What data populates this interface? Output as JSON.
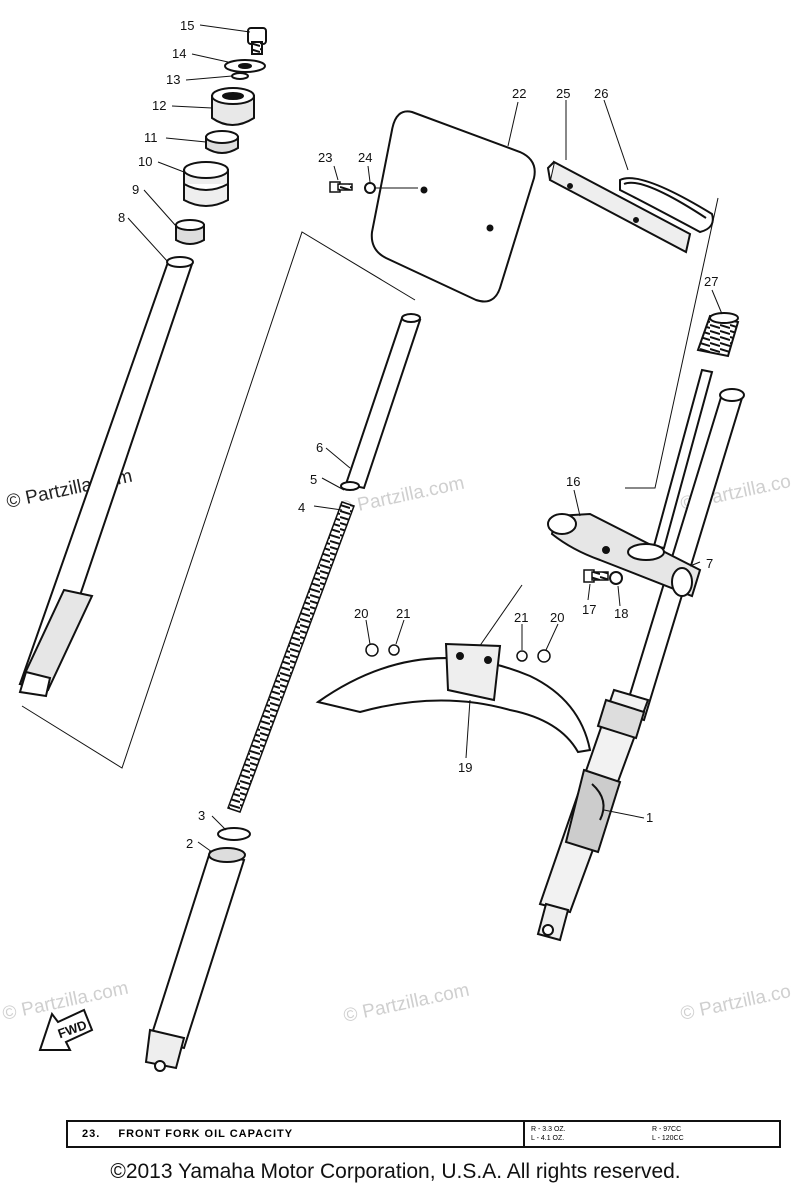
{
  "diagram": {
    "part_labels": [
      {
        "id": "p1",
        "text": "1"
      },
      {
        "id": "p2",
        "text": "2"
      },
      {
        "id": "p3",
        "text": "3"
      },
      {
        "id": "p4",
        "text": "4"
      },
      {
        "id": "p5",
        "text": "5"
      },
      {
        "id": "p6",
        "text": "6"
      },
      {
        "id": "p7",
        "text": "7"
      },
      {
        "id": "p8",
        "text": "8"
      },
      {
        "id": "p9",
        "text": "9"
      },
      {
        "id": "p10",
        "text": "10"
      },
      {
        "id": "p11",
        "text": "11"
      },
      {
        "id": "p12",
        "text": "12"
      },
      {
        "id": "p13",
        "text": "13"
      },
      {
        "id": "p14",
        "text": "14"
      },
      {
        "id": "p15",
        "text": "15"
      },
      {
        "id": "p16",
        "text": "16"
      },
      {
        "id": "p17",
        "text": "17"
      },
      {
        "id": "p18",
        "text": "18"
      },
      {
        "id": "p19",
        "text": "19"
      },
      {
        "id": "p20a",
        "text": "20"
      },
      {
        "id": "p20b",
        "text": "20"
      },
      {
        "id": "p21a",
        "text": "21"
      },
      {
        "id": "p21b",
        "text": "21"
      },
      {
        "id": "p22",
        "text": "22"
      },
      {
        "id": "p23",
        "text": "23"
      },
      {
        "id": "p24",
        "text": "24"
      },
      {
        "id": "p25",
        "text": "25"
      },
      {
        "id": "p26",
        "text": "26"
      },
      {
        "id": "p27",
        "text": "27"
      }
    ],
    "fwd_arrow_text": "FWD",
    "watermark_text": "© Partzilla.com"
  },
  "oil_table": {
    "item_number": "23.",
    "title": "FRONT FORK OIL CAPACITY",
    "values": [
      "R - 3.3 OZ.",
      "R - 97CC",
      "L - 4.1 OZ.",
      "L - 120CC"
    ]
  },
  "footer": {
    "copyright": "©2013 Yamaha Motor Corporation, U.S.A. All rights reserved."
  }
}
